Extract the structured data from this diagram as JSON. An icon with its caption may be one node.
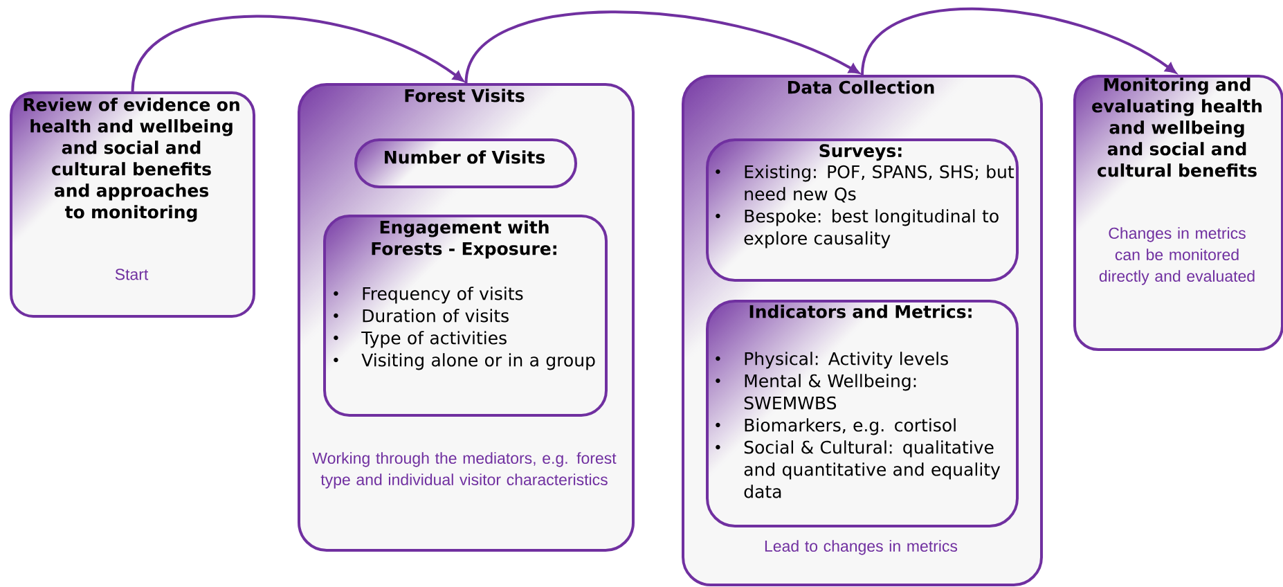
{
  "diagram": {
    "nodes": [
      {
        "text": [
          "Review of evidence on health and wellbeing and social and cultural benefits and approaches to monitoring",
          "Start"
        ]
      },
      {
        "text": [
          "Forest Visits",
          "Working through the mediators, e.g. forest type and individual visitor characteristics"
        ]
      },
      {
        "text": [
          "Number of Visits"
        ],
        "in": 1
      },
      {
        "text": [
          "Engagement with Forests - Exposure:",
          "Frequency of visits",
          "Duration of visits",
          "Type of activities",
          "Visiting alone or in a group"
        ],
        "in": 1
      },
      {
        "text": [
          "Data Collection",
          "Lead to changes in metrics"
        ]
      },
      {
        "text": [
          "Surveys:",
          "Existing: POF, SPANS, SHS; but need new Qs",
          "Bespoke: best longitudinal to explore causality"
        ],
        "in": 4
      },
      {
        "text": [
          "Indicators and Metrics:",
          "Physical: Activity levels",
          "Mental & Wellbeing: SWEMWBS",
          "Biomarkers, e.g. cortisol",
          "Social & Cultural: qualitative and quantitative and equality data"
        ],
        "in": 4
      },
      {
        "text": [
          "Monitoring and evaluating health and wellbeing and social and cultural benefits",
          "Changes in metrics can be monitored directly and evaluated"
        ]
      }
    ],
    "edges": [
      {
        "from": 0,
        "to": 1,
        "arrow": "to"
      },
      {
        "from": 1,
        "to": 4,
        "arrow": "to"
      },
      {
        "from": 4,
        "to": 7,
        "arrow": "to"
      }
    ]
  }
}
